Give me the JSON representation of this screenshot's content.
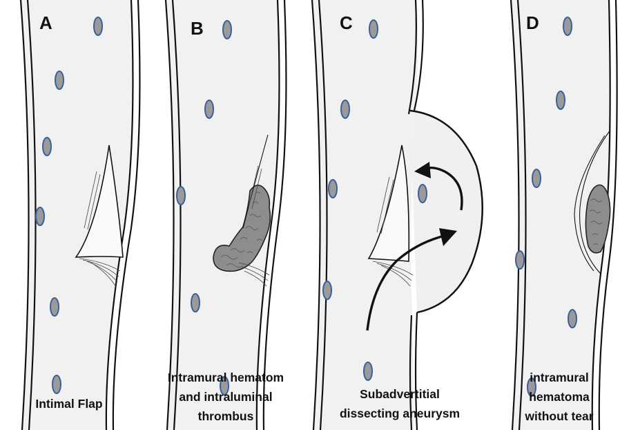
{
  "panels": [
    {
      "letter": "A",
      "caption_lines": [
        "Intimal Flap"
      ]
    },
    {
      "letter": "B",
      "caption_lines": [
        "Intramural hematom",
        "and  intraluminal",
        "thrombus"
      ]
    },
    {
      "letter": "C",
      "caption_lines": [
        "Subadvertitial",
        "dissecting aneurysm"
      ]
    },
    {
      "letter": "D",
      "caption_lines": [
        "intramural",
        "hematoma",
        "without tear"
      ]
    }
  ],
  "colors": {
    "vessel_fill": "#f1f1f1",
    "wall_stroke": "#111111",
    "cell_fill": "#9a9a9a",
    "cell_outline": "#3b5f9a",
    "thrombus_fill": "#8d8d8d"
  }
}
